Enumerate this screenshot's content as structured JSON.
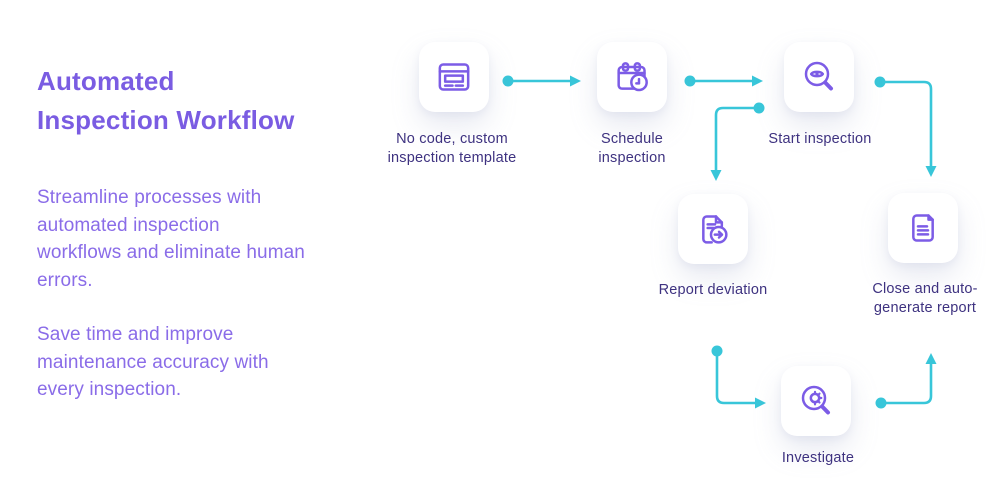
{
  "colors": {
    "page_bg": "#ffffff",
    "heading": "#7a5ce2",
    "body_text": "#8a6ce8",
    "node_label": "#3e3280",
    "icon": "#7c5ce6",
    "arrow": "#38c6d9",
    "card_bg": "#ffffff"
  },
  "intro": {
    "title_line1": "Automated",
    "title_line2": "Inspection Workflow",
    "paragraph1": "Streamline processes with automated inspection workflows and eliminate human errors.",
    "paragraph2": "Save time and improve maintenance accuracy with every inspection."
  },
  "workflow": {
    "nodes": [
      {
        "id": "template",
        "label": "No code, custom inspection template",
        "icon": "template-window-icon"
      },
      {
        "id": "schedule",
        "label": "Schedule inspection",
        "icon": "calendar-clock-icon"
      },
      {
        "id": "start",
        "label": "Start inspection",
        "icon": "magnifier-eye-icon"
      },
      {
        "id": "report_deviation",
        "label": "Report deviation",
        "icon": "document-arrow-icon"
      },
      {
        "id": "close_report",
        "label": "Close and auto-generate report",
        "icon": "document-lines-icon"
      },
      {
        "id": "investigate",
        "label": "Investigate",
        "icon": "magnifier-gear-icon"
      }
    ],
    "edges": [
      {
        "from": "template",
        "to": "schedule"
      },
      {
        "from": "schedule",
        "to": "start"
      },
      {
        "from": "start",
        "to": "report_deviation"
      },
      {
        "from": "start",
        "to": "close_report"
      },
      {
        "from": "report_deviation",
        "to": "investigate"
      },
      {
        "from": "investigate",
        "to": "close_report"
      }
    ]
  }
}
